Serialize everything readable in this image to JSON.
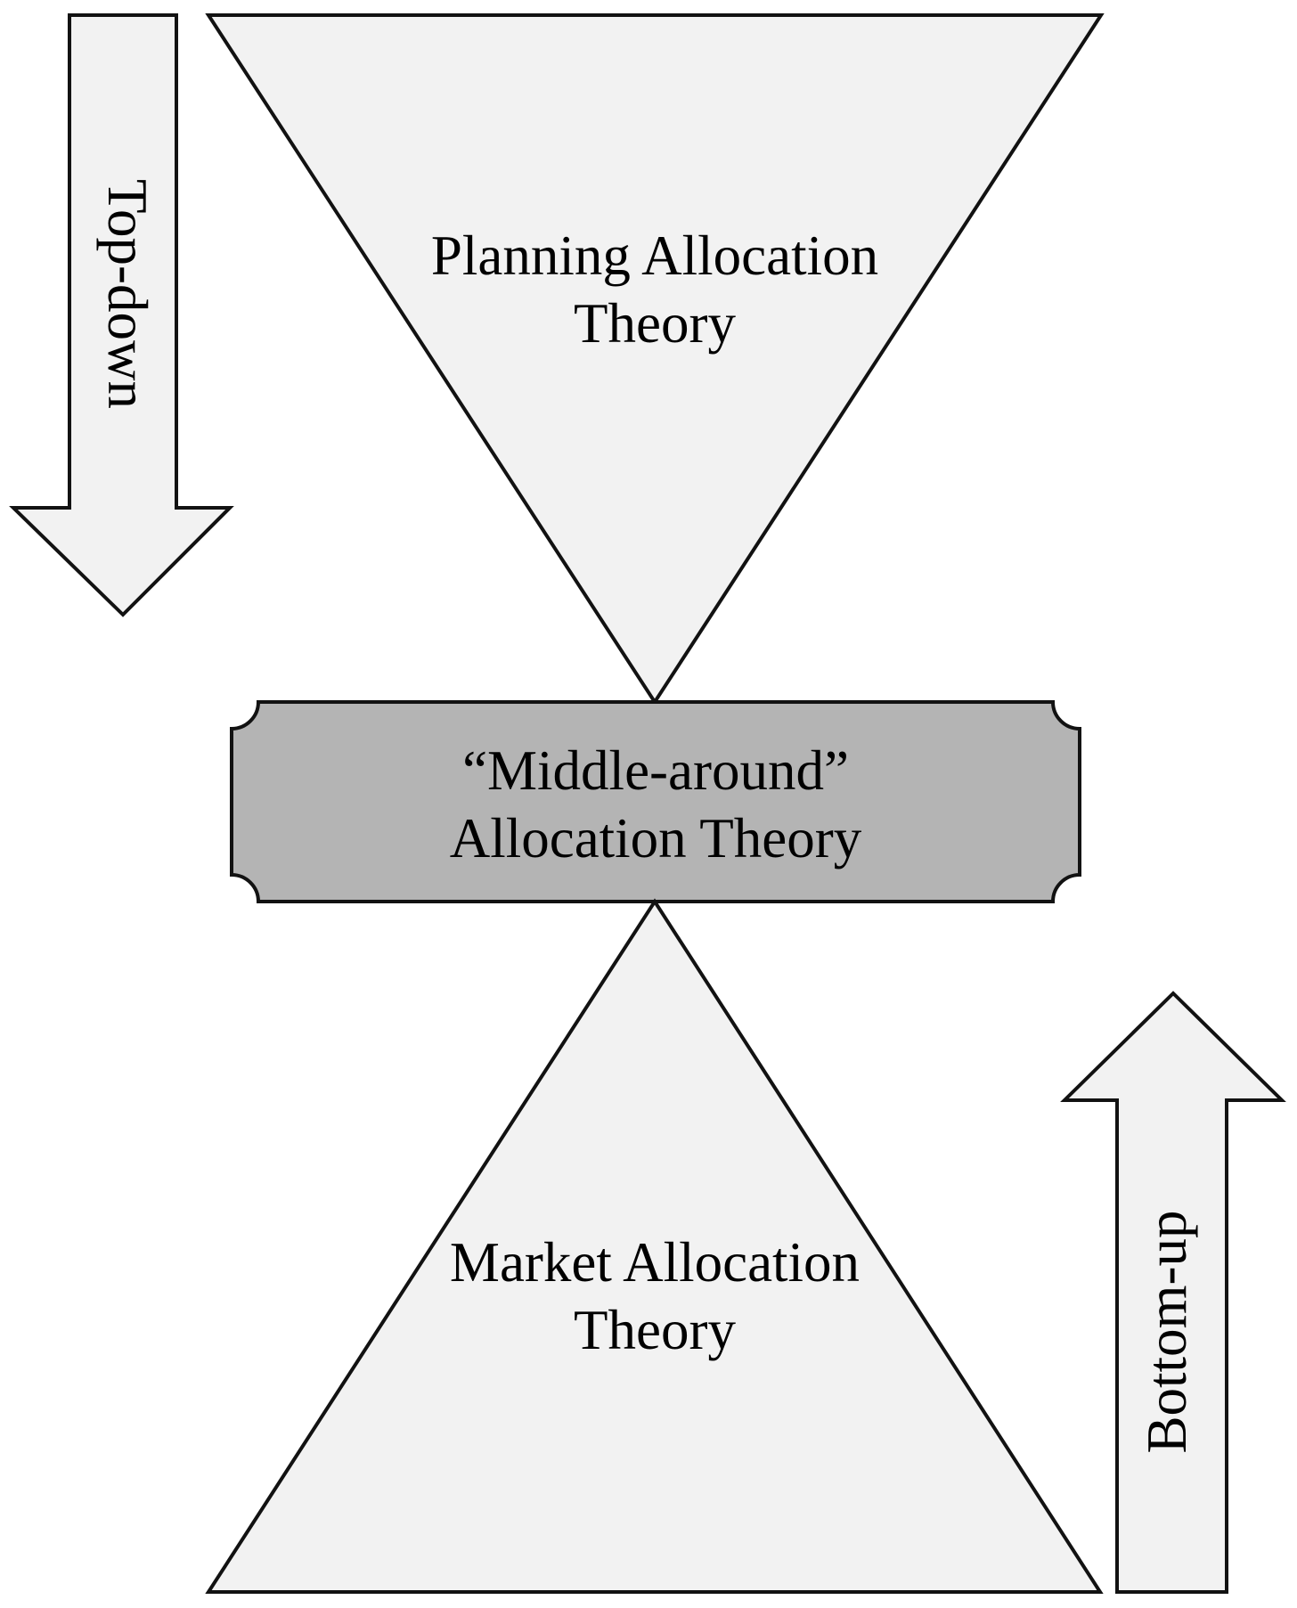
{
  "figure": {
    "background": "#ffffff",
    "stroke_color": "#121212",
    "text_color": "#000000",
    "top_down_arrow": {
      "label": "Top-down",
      "fill": "#f2f2f2"
    },
    "planning_triangle": {
      "line1": "Planning Allocation",
      "line2": "Theory",
      "fill": "#f2f2f2"
    },
    "middle_plaque": {
      "line1": "“Middle-around”",
      "line2": "Allocation Theory",
      "fill": "#b4b4b4"
    },
    "market_triangle": {
      "line1": "Market Allocation",
      "line2": "Theory",
      "fill": "#f2f2f2"
    },
    "bottom_up_arrow": {
      "label": "Bottom-up",
      "fill": "#f2f2f2"
    }
  }
}
